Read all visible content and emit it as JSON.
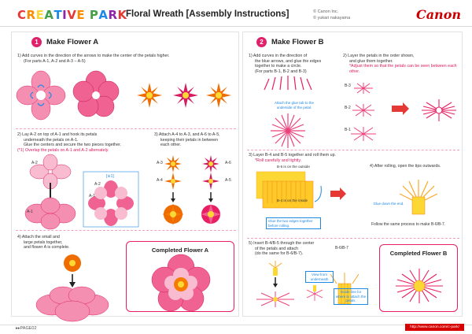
{
  "header": {
    "brand": "CREATIVE PARK",
    "title": "Floral Wreath [Assembly Instructions]",
    "copyright_1": "© Canon Inc.",
    "copyright_2": "© yukari nakayama",
    "canon": "Canon"
  },
  "sectionA": {
    "number": "1",
    "title": "Make Flower A",
    "step1": "1) Add curves in the direction of the arrows to make the center of the petals higher.",
    "step1b": "(For parts A-1, A-2 and A-3 – A-5)",
    "step2a": "2) Lay A-2 on top of A-1 and hook its petals",
    "step2b": "underneath the petals on A-1.",
    "step2c": "Glue the centers and secure the two pieces together.",
    "step2note": "(*1) Overlap the petals on A-1 and A-2 alternately.",
    "step3a": "3) Attach A-4 to A-3, and A-6 to A-5,",
    "step3b": "keeping their petals in between",
    "step3c": "each other.",
    "step4a": "4) Attach the small and",
    "step4b": "large petals together,",
    "step4c": "and flower A is complete.",
    "labels": {
      "a2": "A-2",
      "a1": "A-1",
      "star1": "[※1]",
      "a3": "A-3",
      "a4": "A-4",
      "a5": "A-5",
      "a6": "A-6",
      "a1s": "A-1",
      "a2s": "A-2"
    },
    "completed": "Completed Flower A"
  },
  "sectionB": {
    "number": "2",
    "title": "Make Flower B",
    "step1a": "1) Add curves in the direction of",
    "step1b": "the blue arrows, and glue the edges",
    "step1c": "together to make a circle.",
    "step1d": "(For parts B-1, B-2 and B-3)",
    "callout1": "Attach the glue tab to the underside of the petal.",
    "step2a": "2) Layer the petals in the order shown,",
    "step2b": "and glue them together.",
    "step2note": "*Adjust them so that the petals can be seen between each other.",
    "b3": "B-3",
    "b2": "B-2",
    "b1": "B-1",
    "step3a": "3) Layer B-4 and B-5 together and roll them up.",
    "step3note": "*Roll carefully and tightly.",
    "b5out": "B-5 is on the outside",
    "b4in": "B-4 is on the inside",
    "callout3": "Glue the two edges together before rolling.",
    "step4": "4) After rolling, open the tips outwards.",
    "glue_end": "Glue down the end.",
    "follow": "Follow the same process to make B-6/B-7.",
    "step5a": "5) Insert B-4/B-5 through the center",
    "step5b": "of the petals and attach",
    "step5c": "(do the same for B-6/B-7).",
    "b67": "B-6/B-7",
    "view": "View from underneath",
    "guide": "Guide line for where to attach the petals.",
    "completed": "Completed Flower B"
  },
  "footer": {
    "page": "PAGE02",
    "url": "http://www.canon.com/c-park/"
  },
  "colors": {
    "accent": "#e0206a",
    "canon_red": "#cc0000",
    "pink": "#f06292",
    "orange": "#f57c00",
    "yellow": "#fdd835"
  }
}
